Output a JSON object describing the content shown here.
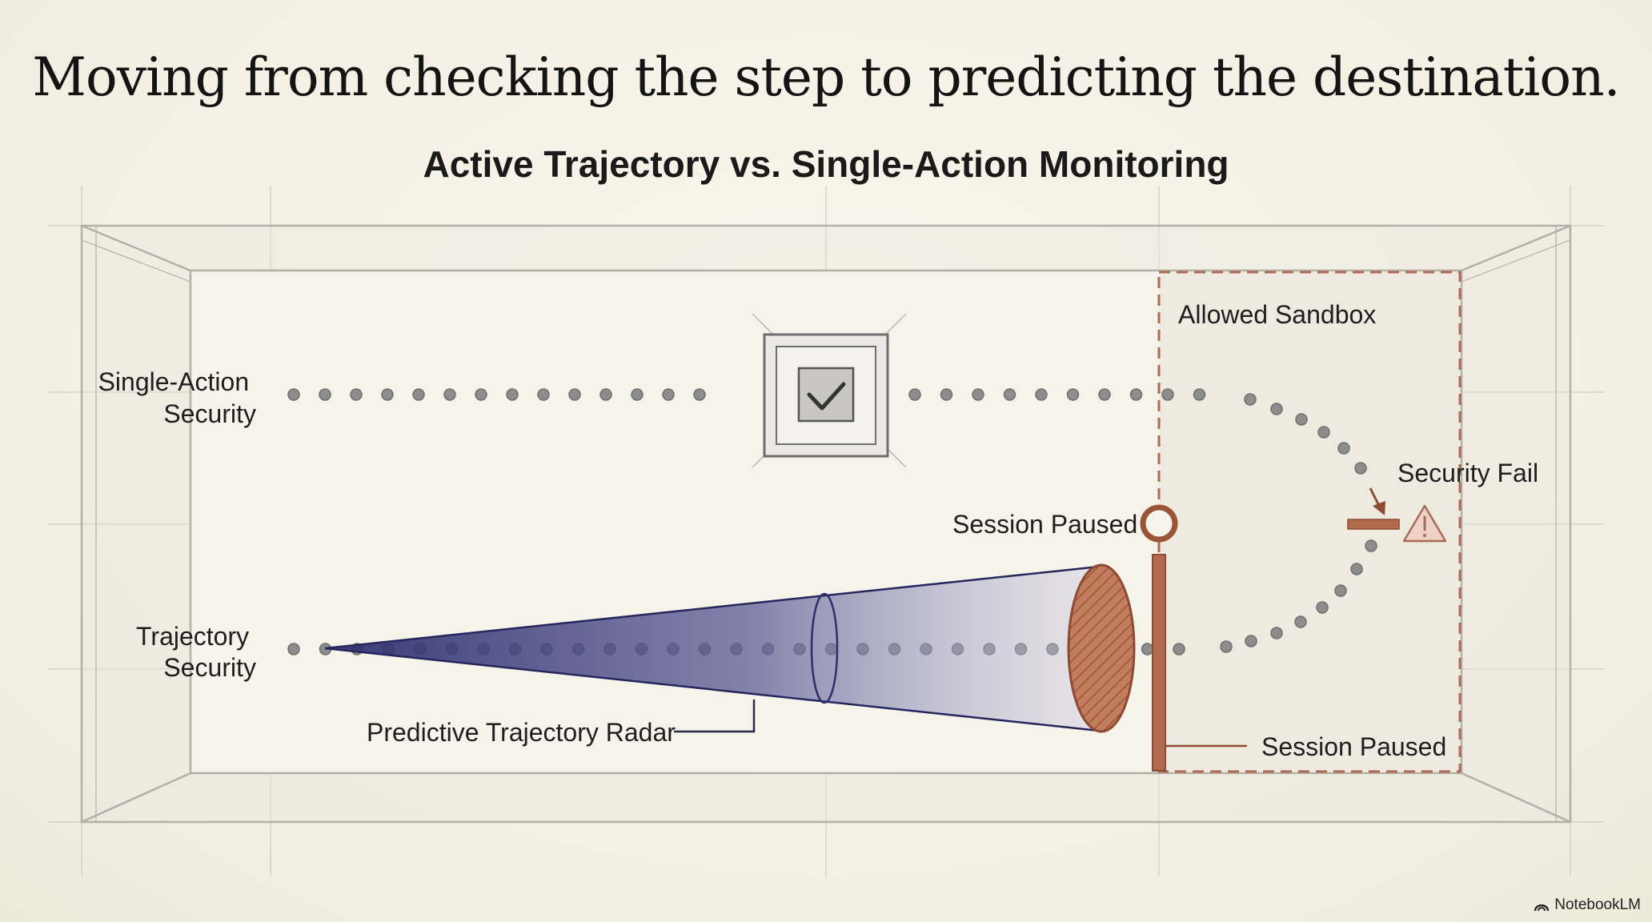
{
  "headline": "Moving from checking the step to predicting the destination.",
  "subtitle": "Active Trajectory vs. Single-Action Monitoring",
  "labels": {
    "single_action_line1": "Single-Action",
    "single_action_line2": "Security",
    "trajectory_line1": "Trajectory",
    "trajectory_line2": "Security",
    "allowed_sandbox": "Allowed Sandbox",
    "security_fail": "Security Fail",
    "session_paused_upper": "Session Paused",
    "session_paused_lower": "Session Paused",
    "radar": "Predictive Trajectory Radar"
  },
  "brand": "NotebookLM",
  "colors": {
    "rust": "#b06a4c",
    "rust_dark": "#8e4a32",
    "navy": "#2e2f6e",
    "dot": "#8a8a8a",
    "frame": "#b8b8b8"
  }
}
